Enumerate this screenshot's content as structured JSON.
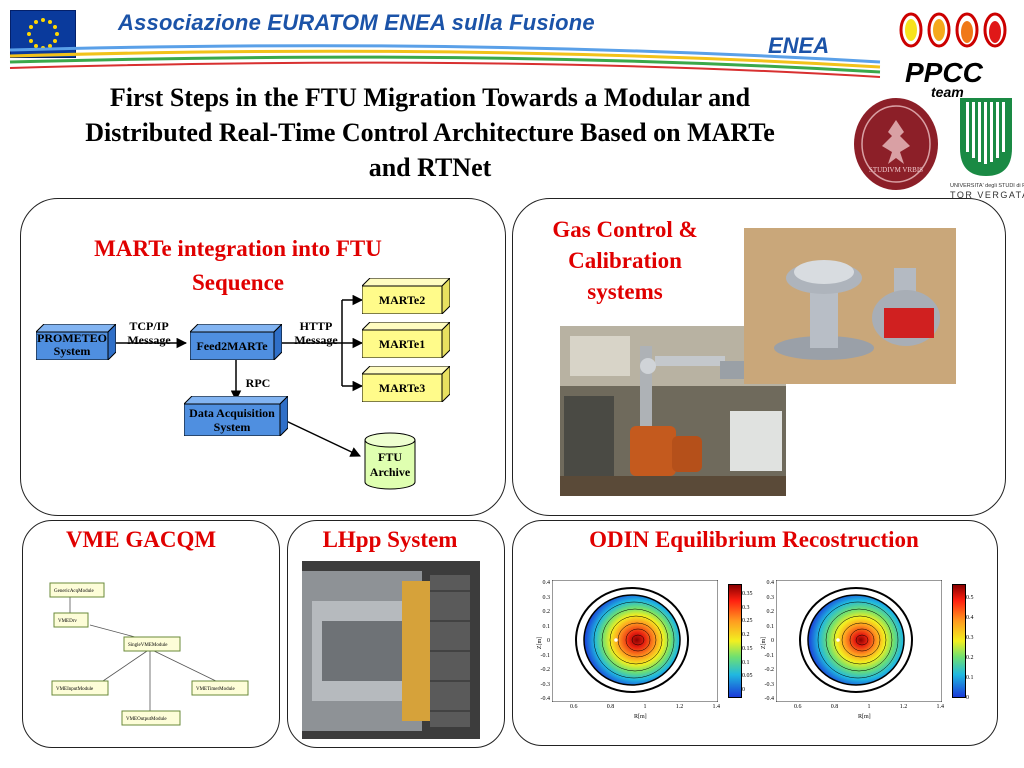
{
  "header": {
    "association": "Associazione EURATOM ENEA sulla Fusione",
    "enea_logo": "ENEA",
    "ppcc_logo": "PPCC",
    "ppcc_sub": "team",
    "torvergata_line1": "UNIVERSITA' degli STUDI di ROMA",
    "torvergata_line2": "TOR VERGATA",
    "seal_text": "STUDIVM VRBIS"
  },
  "title": {
    "line1": "First Steps in the FTU Migration Towards a Modular and",
    "line2": "Distributed Real-Time Control Architecture Based on MARTe",
    "line3": "and RTNet"
  },
  "marte_panel": {
    "title_line1": "MARTe integration into FTU",
    "title_line2": "Sequence",
    "prometeo_line1": "PROMETEO",
    "prometeo_line2": "System",
    "tcpip_line1": "TCP/IP",
    "tcpip_line2": "Message",
    "feed2marte": "Feed2MARTe",
    "http_line1": "HTTP",
    "http_line2": "Message",
    "marte2": "MARTe2",
    "marte1": "MARTe1",
    "marte3": "MARTe3",
    "rpc": "RPC",
    "daq_line1": "Data Acquisition",
    "daq_line2": "System",
    "ftu_line1": "FTU",
    "ftu_line2": "Archive"
  },
  "gas_panel": {
    "title_line1": "Gas Control &",
    "title_line2": "Calibration",
    "title_line3": "systems"
  },
  "vme_panel": {
    "title": "VME GACQM",
    "uml": [
      "GenericAcqModule",
      "VMEDrv",
      "SingleVMEModule",
      "VMEInputModule",
      "VMETimerModule",
      "VMEOutputModule"
    ]
  },
  "lhpp_panel": {
    "title": "LHpp System"
  },
  "odin_panel": {
    "title": "ODIN Equilibrium Recostruction",
    "plot_left": {
      "yticks": [
        "0.4",
        "0.3",
        "0.2",
        "0.1",
        "0",
        "-0.1",
        "-0.2",
        "-0.3",
        "-0.4"
      ],
      "xticks": [
        "0.6",
        "0.8",
        "1",
        "1.2",
        "1.4"
      ],
      "ylabel": "Z[m]",
      "xlabel": "R[m]",
      "cbar": [
        "0.35",
        "0.3",
        "0.25",
        "0.2",
        "0.15",
        "0.1",
        "0.05",
        "0"
      ]
    },
    "plot_right": {
      "yticks": [
        "0.4",
        "0.3",
        "0.2",
        "0.1",
        "0",
        "-0.1",
        "-0.2",
        "-0.3",
        "-0.4"
      ],
      "xticks": [
        "0.6",
        "0.8",
        "1",
        "1.2",
        "1.4"
      ],
      "ylabel": "Z[m]",
      "xlabel": "R[m]",
      "cbar": [
        "0.5",
        "0.4",
        "0.3",
        "0.2",
        "0.1",
        "0"
      ]
    }
  },
  "colors": {
    "accent_red": "#e00000",
    "enea_blue": "#1b53a8",
    "box_blue": "#4f8fe0",
    "box_yellow": "#fffb8a",
    "box_green": "#dfffb0"
  }
}
